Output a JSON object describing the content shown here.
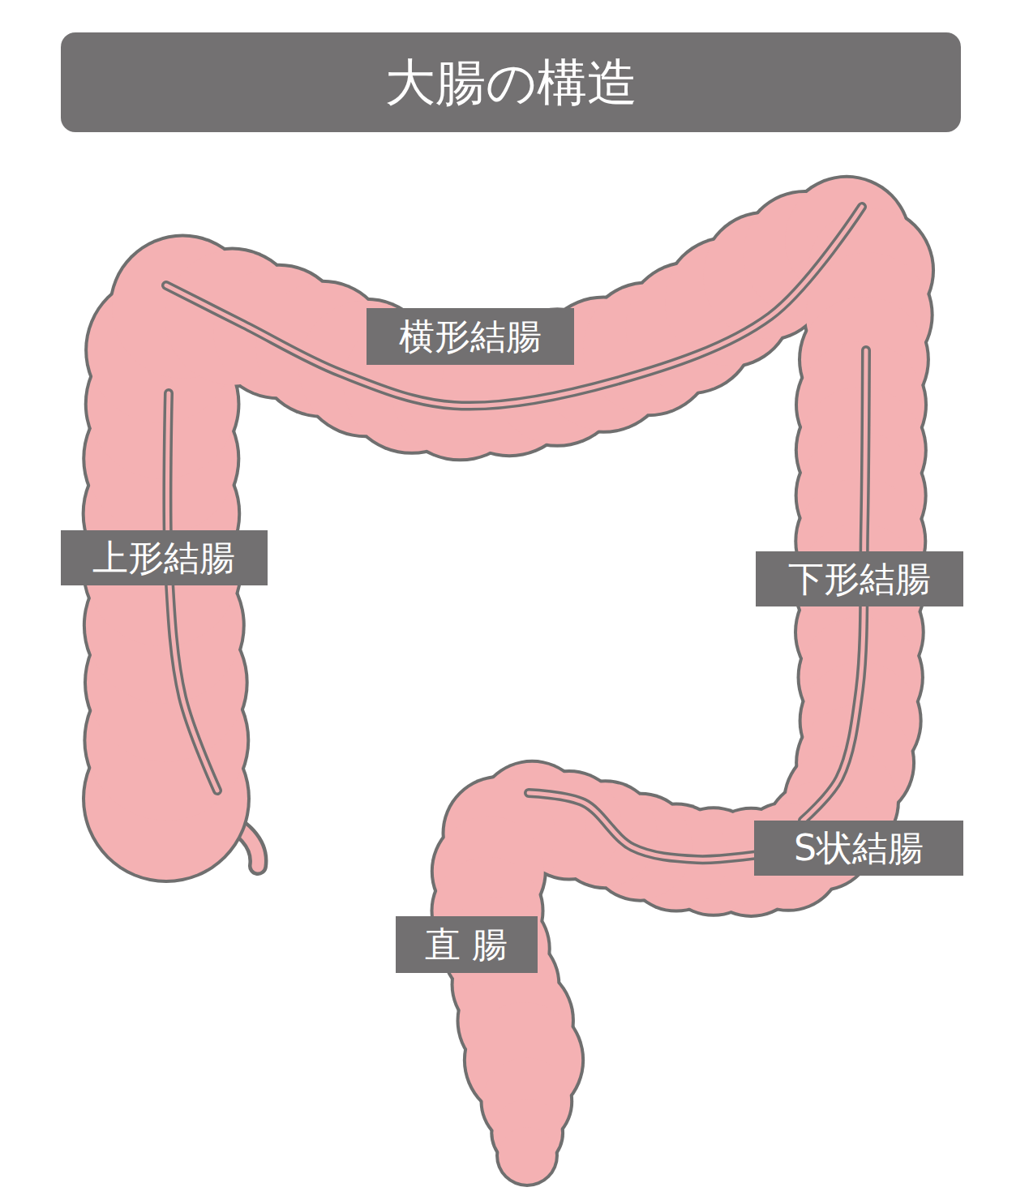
{
  "diagram": {
    "title": "大腸の構造",
    "nodes": [
      {
        "text": [
          "横形結腸"
        ]
      },
      {
        "text": [
          "上形結腸"
        ]
      },
      {
        "text": [
          "下形結腸"
        ]
      },
      {
        "text": [
          "S状結腸"
        ]
      },
      {
        "text": [
          "直 腸"
        ]
      }
    ]
  }
}
